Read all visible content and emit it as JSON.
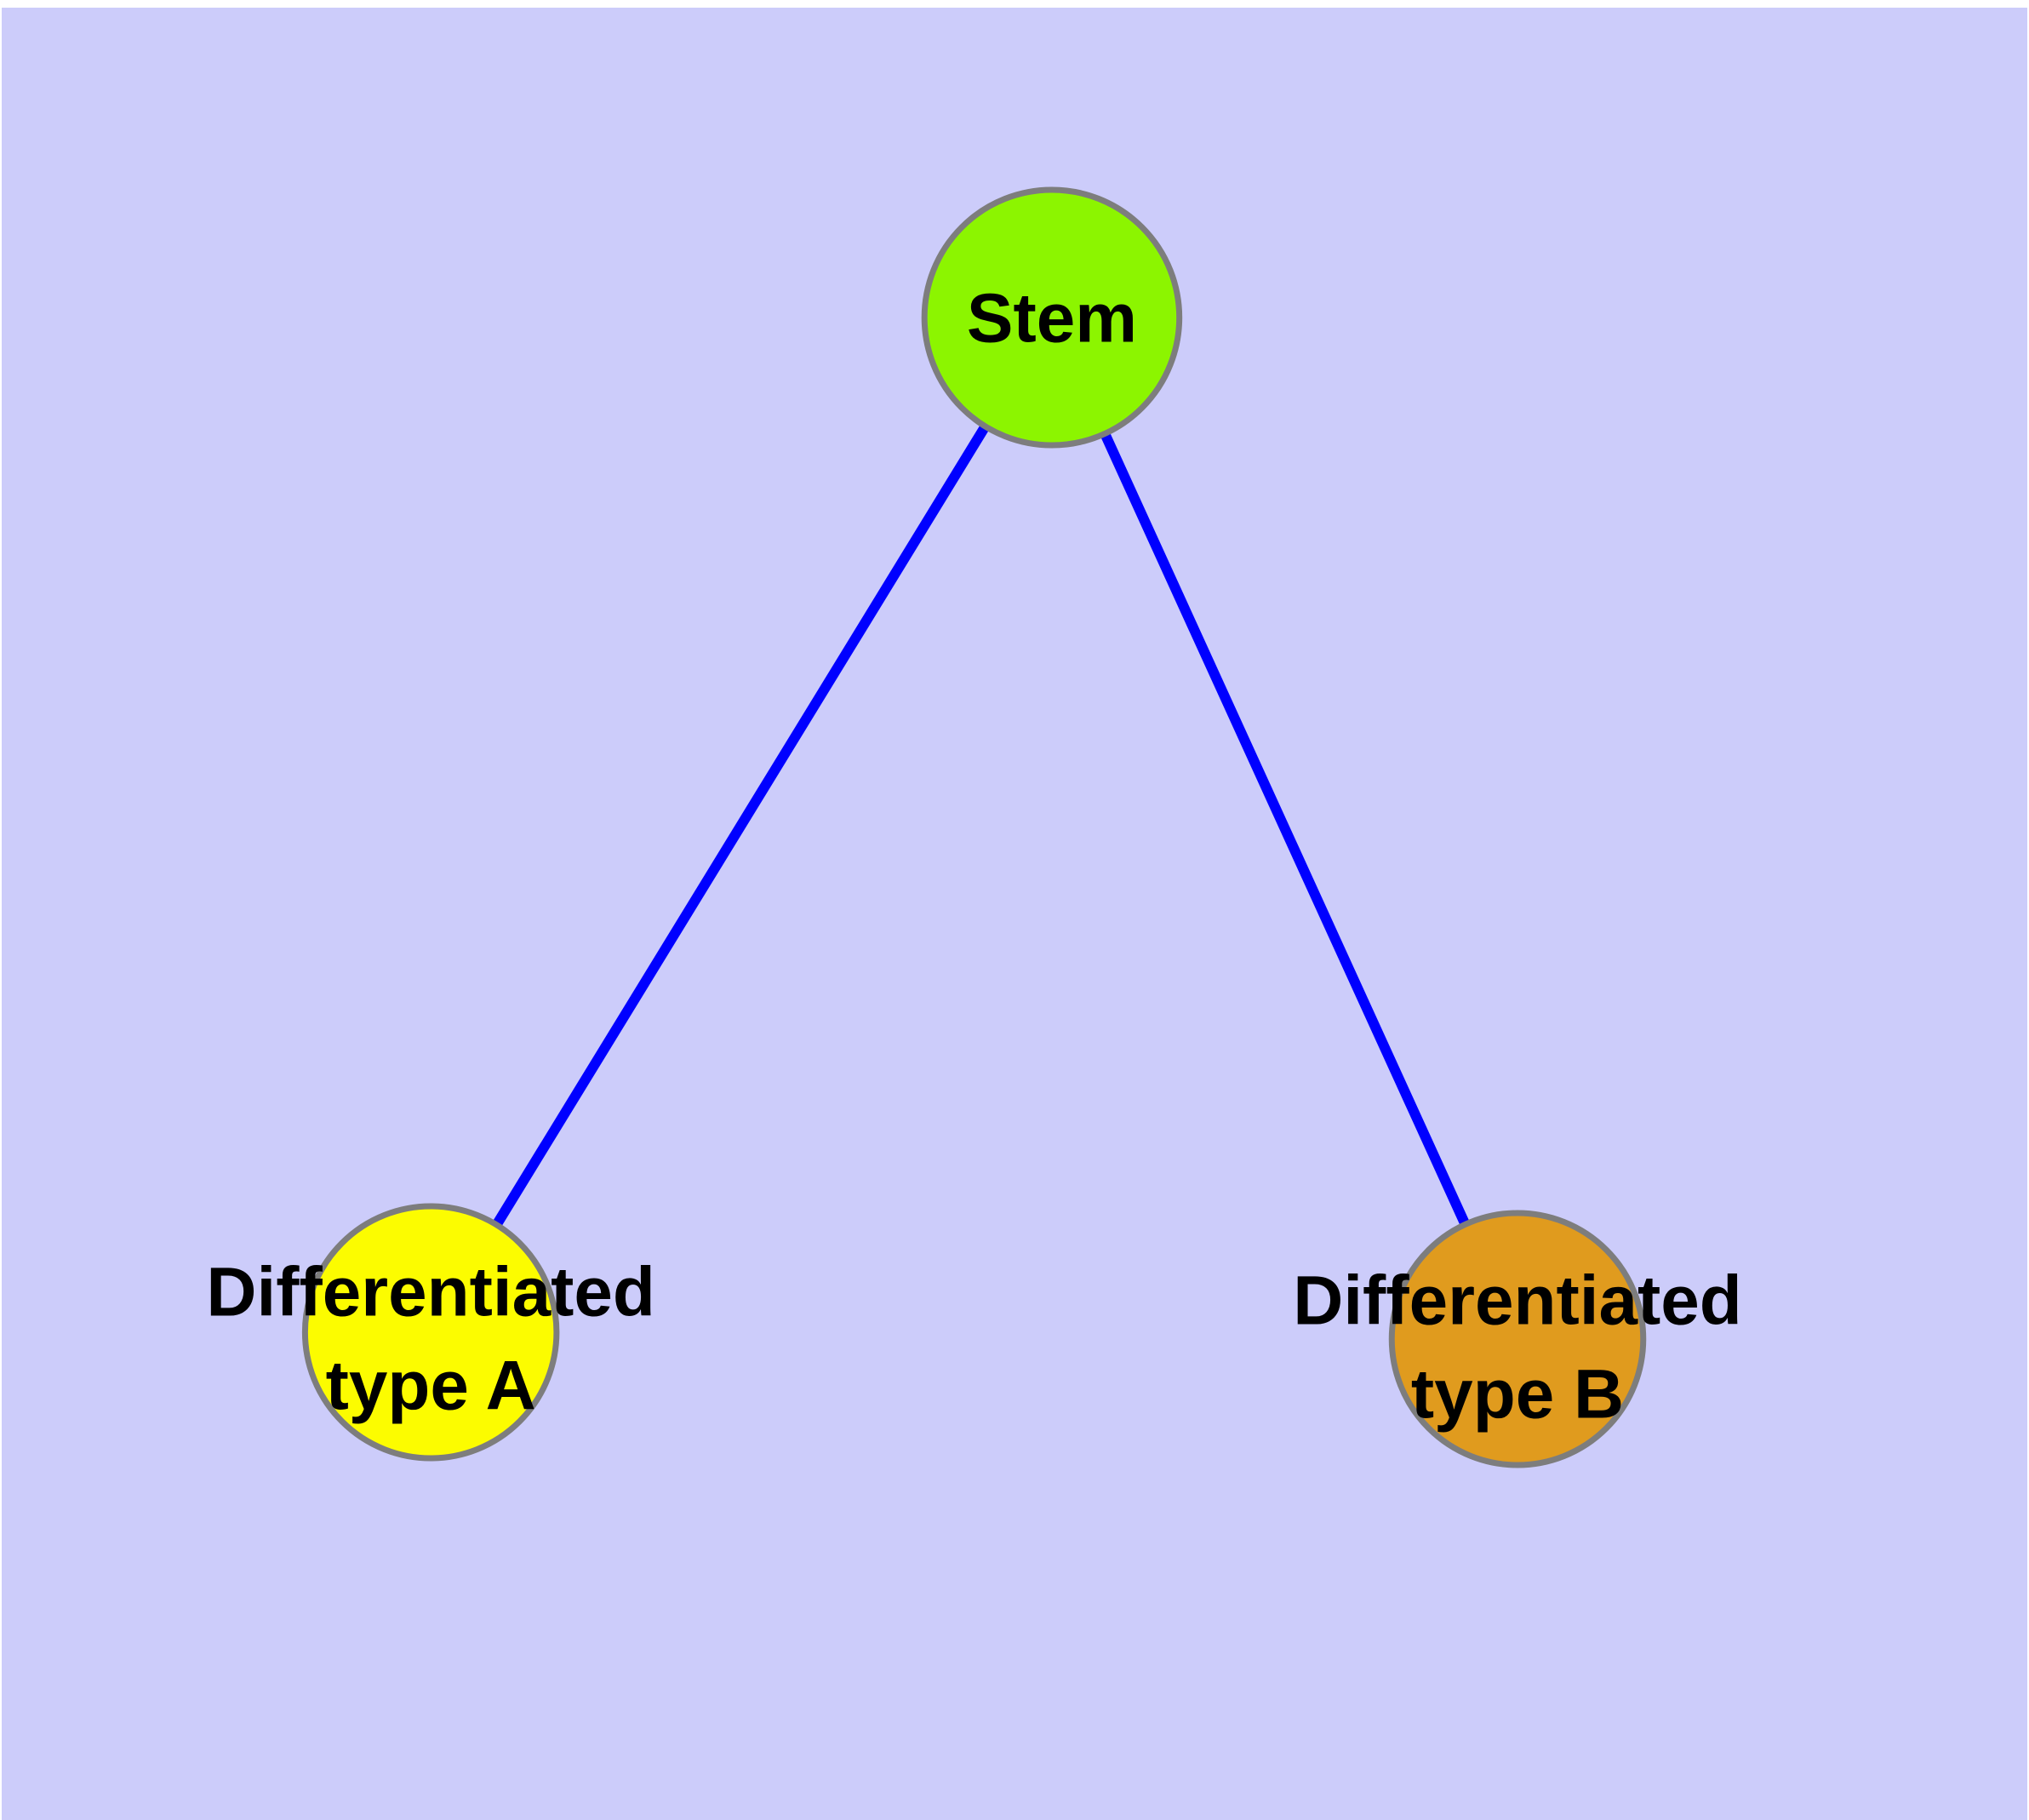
{
  "colors": {
    "page": "#ffffff",
    "background": "#ccccfa",
    "edge": "#0000ff",
    "node_border": "#7d7d7d",
    "label": "#000000",
    "node_stem": "#8cf500",
    "node_type_a": "#fcfc00",
    "node_type_b": "#e09b1e"
  },
  "diagram": {
    "type": "network-graph",
    "nodes": [
      {
        "id": "stem",
        "label": "Stem",
        "lines": [
          "Stem"
        ]
      },
      {
        "id": "type_a",
        "label": "Differentiated type A",
        "lines": [
          "Differentiated",
          "type A"
        ]
      },
      {
        "id": "type_b",
        "label": "Differentiated type B",
        "lines": [
          "Differentiated",
          "type B"
        ]
      }
    ],
    "edges": [
      {
        "from": "Stem",
        "to": "Differentiated type A"
      },
      {
        "from": "Stem",
        "to": "Differentiated type B"
      }
    ]
  }
}
